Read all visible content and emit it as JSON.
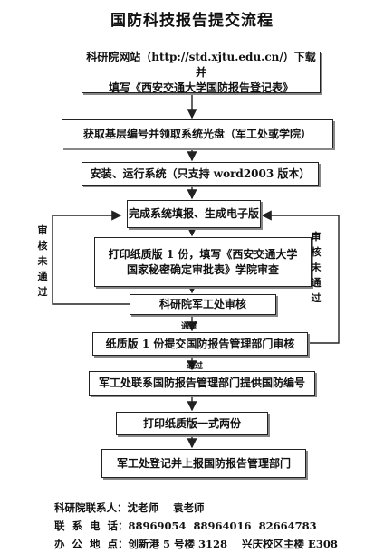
{
  "title": "国防科技报告提交流程",
  "steps": {
    "s1_line1": "科研院网站（http://std.xjtu.edu.cn/）下载并",
    "s1_line2": "填写《西安交通大学国防报告登记表》",
    "s2": "获取基层编号并领取系统光盘（军工处或学院）",
    "s3": "安装、运行系统（只支持 word2003 版本）",
    "s4": "完成系统填报、生成电子版",
    "s5_line1": "打印纸质版 1 份，填写《西安交通大学",
    "s5_line2": "国家秘密确定审批表》学院审查",
    "s6": "科研院军工处审核",
    "s7": "纸质版 1 份提交国防报告管理部门审核",
    "s8": "军工处联系国防报告管理部门提供国防编号",
    "s9": "打印纸质版一式两份",
    "s10": "军工处登记并上报国防报告管理部门"
  },
  "loops": {
    "left_label": "审核未通过",
    "right_label": "审核未通过",
    "pass_1": "通过",
    "pass_2": "通过"
  },
  "contacts": {
    "line1": "科研院联系人：沈老师    袁老师",
    "line2": "联  系  电  话：88969054  88964016  82664783",
    "line3": "办  公  地  点：创新港 5 号楼 3128    兴庆校区主楼 E308"
  }
}
